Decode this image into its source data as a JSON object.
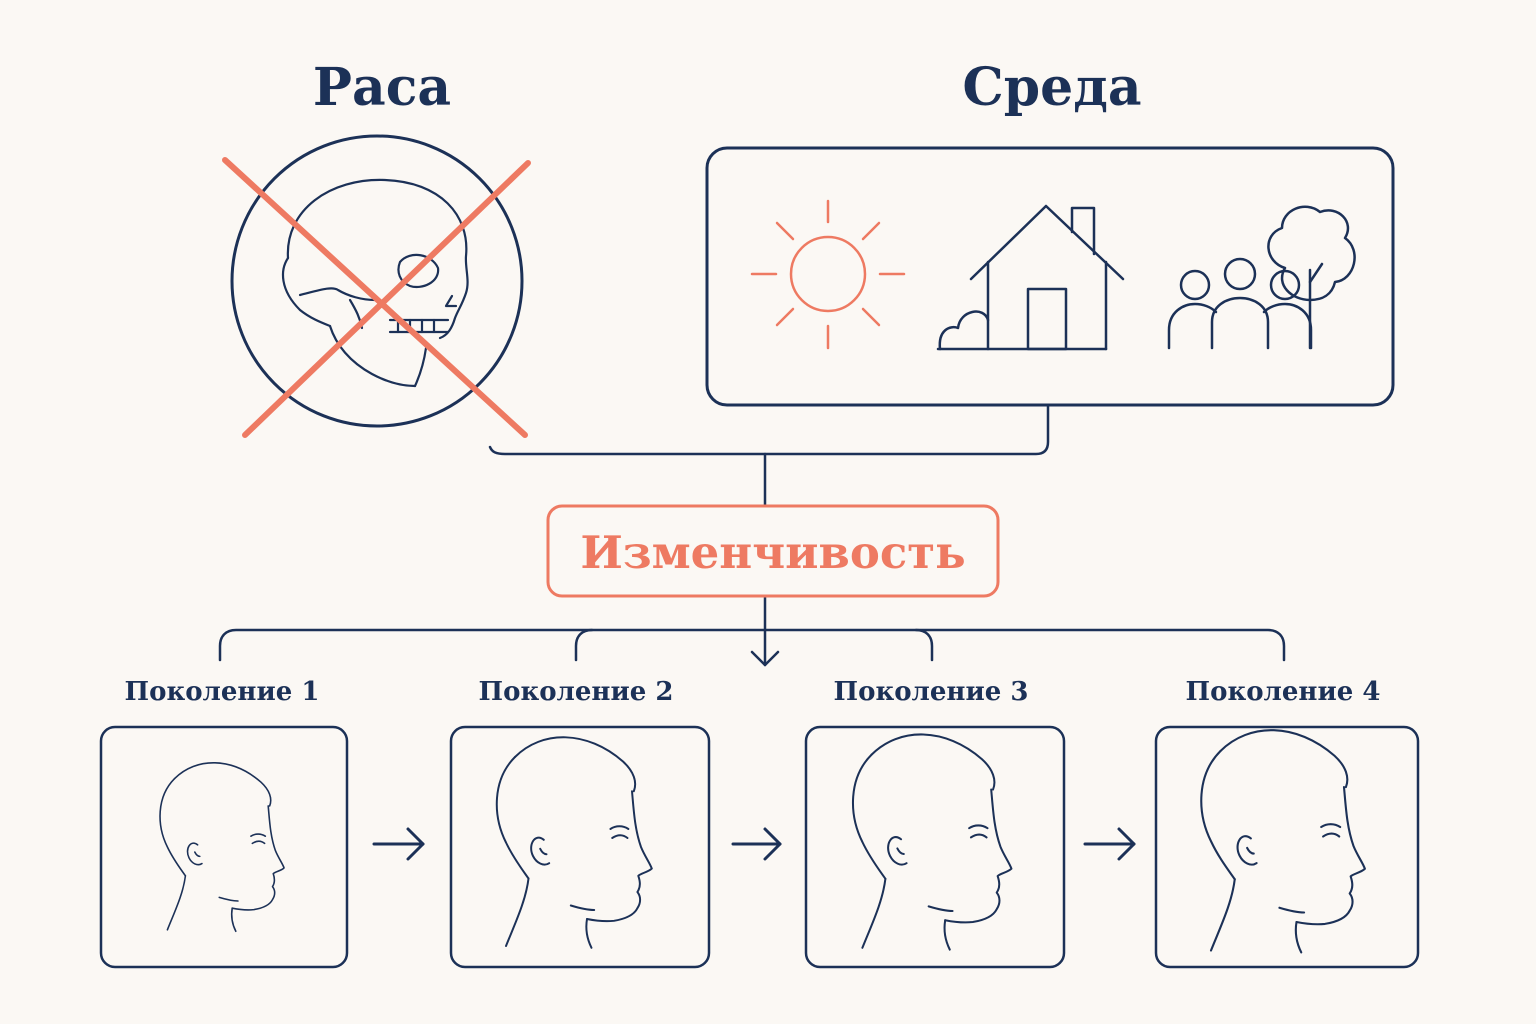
{
  "race": {
    "title": "Раса",
    "icon": "crossed-skull-icon"
  },
  "environment": {
    "title": "Среда",
    "icons": [
      "sun-icon",
      "house-icon",
      "people-trees-icon"
    ]
  },
  "variability": {
    "label": "Изменчивость"
  },
  "generations": [
    {
      "label": "Поколение 1"
    },
    {
      "label": "Поколение 2"
    },
    {
      "label": "Поколение 3"
    },
    {
      "label": "Поколение 4"
    }
  ],
  "colors": {
    "navy": "#1c3157",
    "coral": "#ee7a62",
    "background": "#fbf8f4"
  }
}
